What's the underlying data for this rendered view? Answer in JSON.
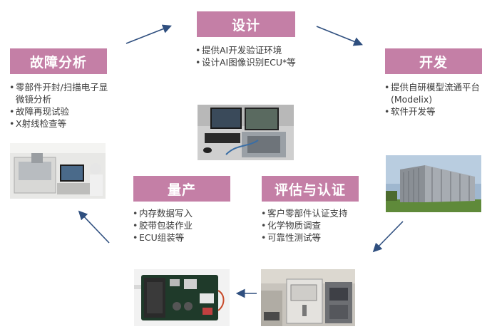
{
  "stages": {
    "design": {
      "title": "设计",
      "items": [
        "提供AI开发验证环境",
        "设计AI图像识别ECU*等"
      ]
    },
    "development": {
      "title": "开发",
      "items": [
        "提供自研模型流通平台(Modelix)",
        "软件开发等"
      ]
    },
    "evaluation": {
      "title": "评估与认证",
      "items": [
        "客户零部件认证支持",
        "化学物质调查",
        "可靠性测试等"
      ]
    },
    "production": {
      "title": "量产",
      "items": [
        "内存数据写入",
        "胶带包装作业",
        "ECU组装等"
      ]
    },
    "failure": {
      "title": "故障分析",
      "items": [
        "零部件开封/扫描电子显微镜分析",
        "故障再现试验",
        "X射线检查等"
      ]
    }
  },
  "colors": {
    "title_bg": "#c47fa6",
    "arrow": "#2f4f7f"
  }
}
